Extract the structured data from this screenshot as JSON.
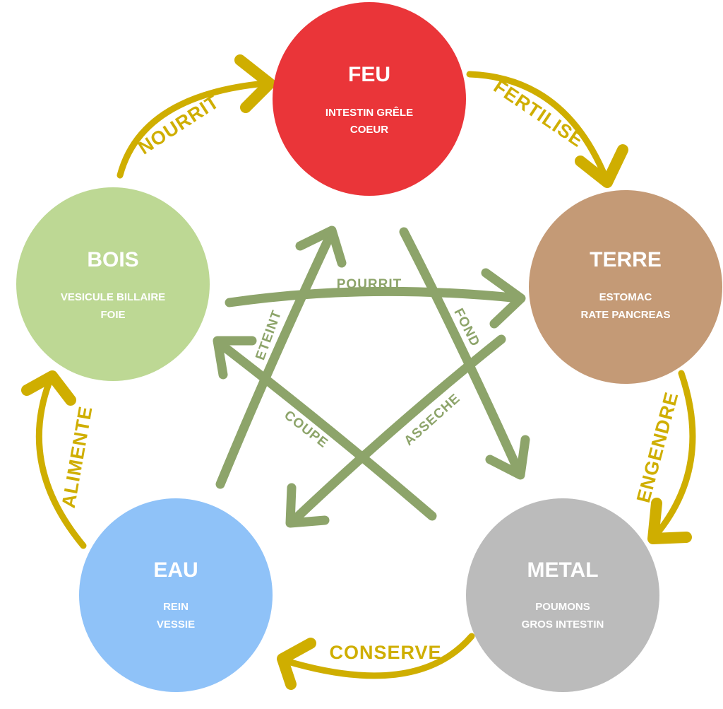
{
  "colors": {
    "generating_arrow": "#cfae00",
    "controlling_arrow": "#8da46a"
  },
  "elements": {
    "feu": {
      "name": "FEU",
      "organs": [
        "INTESTIN GRÊLE",
        "COEUR"
      ],
      "color": "#ea3539"
    },
    "terre": {
      "name": "TERRE",
      "organs": [
        "ESTOMAC",
        "RATE PANCREAS"
      ],
      "color": "#c49a76"
    },
    "metal": {
      "name": "METAL",
      "organs": [
        "POUMONS",
        "GROS INTESTIN"
      ],
      "color": "#bbbbbb"
    },
    "eau": {
      "name": "EAU",
      "organs": [
        "REIN",
        "VESSIE"
      ],
      "color": "#8fc2f8"
    },
    "bois": {
      "name": "BOIS",
      "organs": [
        "VESICULE BILLAIRE",
        "FOIE"
      ],
      "color": "#bdd894"
    }
  },
  "generating_cycle": {
    "nourrit": "NOURRIT",
    "fertilise": "FERTILISE",
    "engendre": "ENGENDRE",
    "conserve": "CONSERVE",
    "alimente": "ALIMENTE"
  },
  "controlling_cycle": {
    "pourrit": "POURRIT",
    "fond": "FOND",
    "asseche": "ASSECHE",
    "coupe": "COUPE",
    "eteint": "ETEINT"
  }
}
